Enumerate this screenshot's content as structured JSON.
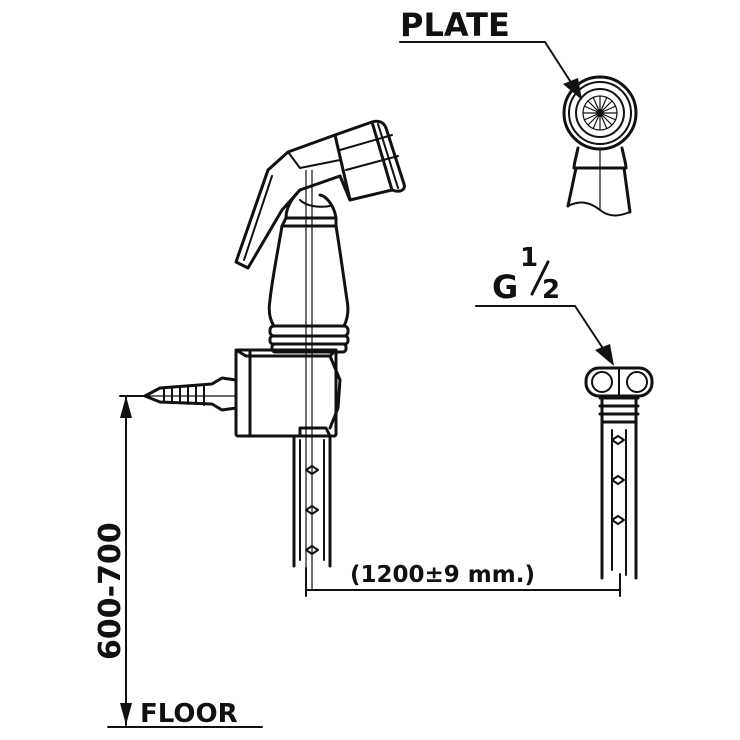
{
  "labels": {
    "plate": "PLATE",
    "thread_g": "G",
    "thread_num": "1",
    "thread_den": "2",
    "length": "(1200±9 mm.)",
    "height": "600-700",
    "floor": "FLOOR"
  },
  "colors": {
    "line": "#111111",
    "background": "#ffffff"
  }
}
